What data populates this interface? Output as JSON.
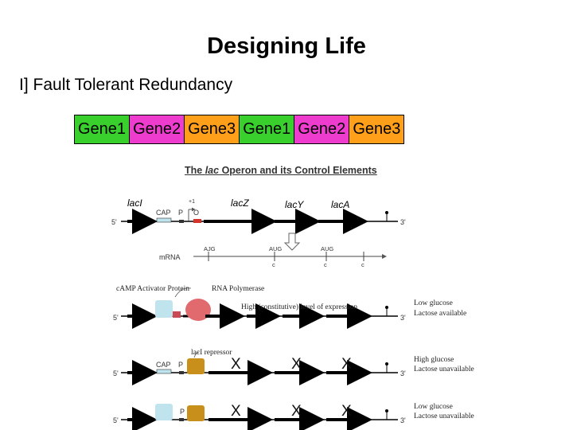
{
  "slide": {
    "title": "Designing Life",
    "section": "I] Fault Tolerant Redundancy"
  },
  "genes": [
    {
      "label": "Gene1",
      "color": "#39d02e"
    },
    {
      "label": "Gene2",
      "color": "#ee3dce"
    },
    {
      "label": "Gene3",
      "color": "#ff9f1a"
    },
    {
      "label": "Gene1",
      "color": "#39d02e"
    },
    {
      "label": "Gene2",
      "color": "#ee3dce"
    },
    {
      "label": "Gene3",
      "color": "#ff9f1a"
    }
  ],
  "diagram": {
    "title_pre": "The ",
    "title_italic": "lac",
    "title_post": " Operon and its Control Elements",
    "gene_labels": {
      "lacI": "lacI",
      "lacZ": "lacZ",
      "lacY": "lacY",
      "lacA": "lacA"
    },
    "end5": "5'",
    "end3": "3'",
    "cap": "CAP",
    "p": "P",
    "o": "O",
    "plus1": "+1",
    "mrna": "mRNA",
    "codons": {
      "ajg": "AJG",
      "aug1": "AUG",
      "aug2": "AUG"
    },
    "c": "c",
    "camp_activator": "cAMP Activator Protein",
    "rna_polymerase": "RNA Polymerase",
    "expression": "High (constitutive) level of expression",
    "cond1": [
      "Low glucose",
      "Lactose available"
    ],
    "repressor": "lacI repressor",
    "cond2": [
      "High glucose",
      "Lactose unavailable"
    ],
    "cond3": [
      "Low glucose",
      "Lactose unavailable"
    ],
    "x": "X"
  }
}
